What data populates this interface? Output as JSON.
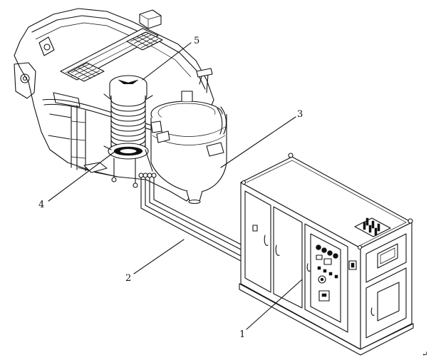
{
  "labels": {
    "label_1": "1",
    "label_2": "2",
    "label_3": "3",
    "label_4": "4",
    "label_5": "5"
  },
  "marks": {
    "paragraph_mark": "↵"
  }
}
